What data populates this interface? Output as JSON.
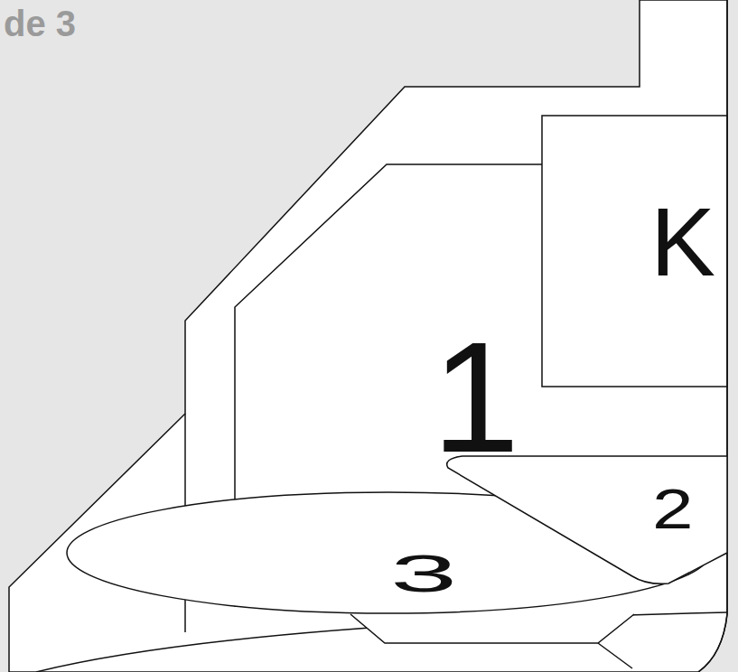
{
  "diagram": {
    "title": "de 3",
    "labels": [
      "K",
      "1",
      "2",
      "3"
    ]
  }
}
